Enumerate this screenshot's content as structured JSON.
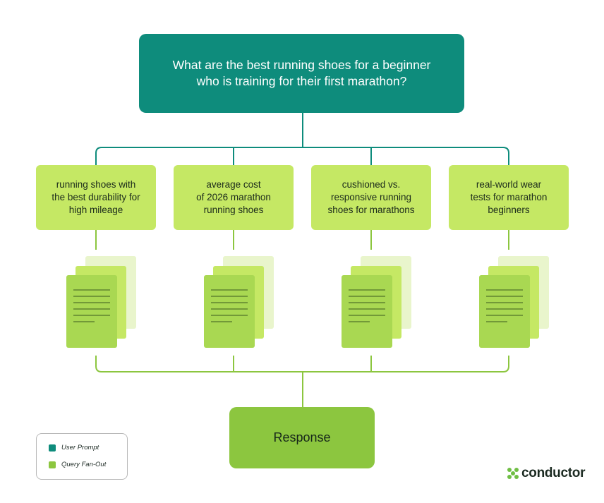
{
  "prompt": {
    "line1": "What are the best running shoes for a beginner",
    "line2": "who is training for their first marathon?"
  },
  "queries": [
    {
      "lines": [
        "running shoes with",
        "the best durability for",
        "high mileage"
      ]
    },
    {
      "lines": [
        "average cost",
        "of 2026 marathon",
        "running shoes"
      ]
    },
    {
      "lines": [
        "cushioned vs.",
        "responsive running",
        "shoes for marathons"
      ]
    },
    {
      "lines": [
        "real-world wear",
        "tests for marathon",
        "beginners"
      ]
    }
  ],
  "response": {
    "label": "Response"
  },
  "legend": {
    "items": [
      {
        "label": "User Prompt",
        "color": "#0e8c7c"
      },
      {
        "label": "Query Fan-Out",
        "color": "#8cc63f"
      }
    ]
  },
  "brand": {
    "name": "conductor",
    "color": "#6fbe44"
  },
  "colors": {
    "prompt_box": "#0e8c7c",
    "top_connector": "#0e8c7c",
    "query_box": "#c5e864",
    "bottom_connector": "#8cc63f",
    "response_box": "#8cc63f",
    "doc_back": "#e9f5cc",
    "doc_mid": "#c5e864",
    "doc_front": "#a9d852",
    "doc_lines": "#3c5a1e"
  }
}
